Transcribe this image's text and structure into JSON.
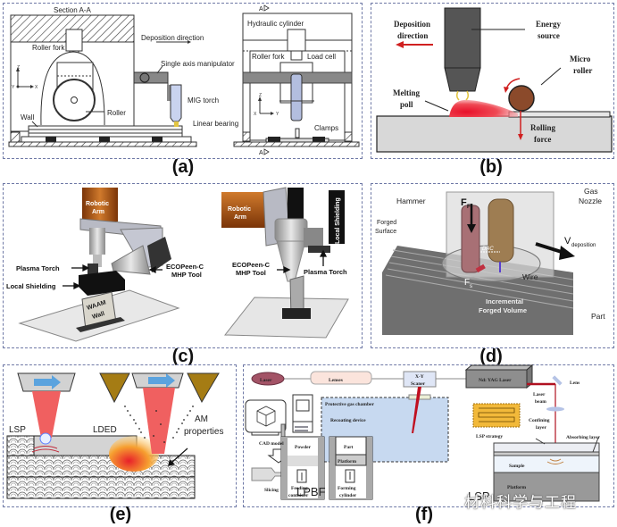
{
  "figure": {
    "panel_labels": [
      "(a)",
      "(b)",
      "(c)",
      "(d)",
      "(e)",
      "(f)"
    ],
    "watermark": "材料科学与工程"
  },
  "panel_a": {
    "section_title": "Section A-A",
    "labels": {
      "deposition_direction": "Deposition direction",
      "roller_fork": "Roller fork",
      "single_axis_manipulator": "Single axis manipulator",
      "mig_torch": "MIG torch",
      "roller": "Roller",
      "wall": "Wall",
      "linear_bearing": "Linear bearing",
      "hydraulic_cylinder": "Hydraulic cylinder",
      "roller_fork_side": "Roller fork",
      "load_cell": "Load cell",
      "clamps": "Clamps",
      "section_mark_top": "A",
      "section_mark_bottom": "A"
    },
    "axes_left": {
      "z": "Z",
      "y": "Y",
      "x": "X"
    },
    "axes_right": {
      "z": "Z",
      "x": "X",
      "y": "Y"
    }
  },
  "panel_b": {
    "labels": {
      "deposition_direction_1": "Deposition",
      "deposition_direction_2": "direction",
      "energy_source_1": "Energy",
      "energy_source_2": "source",
      "micro_roller_1": "Micro",
      "micro_roller_2": "roller",
      "melting_poll_1": "Melting",
      "melting_poll_2": "poll",
      "rolling_force_1": "Rolling",
      "rolling_force_2": "force"
    }
  },
  "panel_c": {
    "left": {
      "robotic_arm_1": "Robotic",
      "robotic_arm_2": "Arm",
      "plasma_torch": "Plasma Torch",
      "local_shielding": "Local Shielding",
      "ecopeen_1": "ECOPeen-C",
      "ecopeen_2": "MHP Tool",
      "waam_1": "WAAM",
      "waam_2": "Wall"
    },
    "right": {
      "robotic_arm_1": "Robotic",
      "robotic_arm_2": "Arm",
      "local_shielding": "Local Shielding",
      "ecopeen_1": "ECOPeen-C",
      "ecopeen_2": "MHP Tool",
      "plasma_torch": "Plasma Torch"
    }
  },
  "panel_d": {
    "labels": {
      "hammer": "Hammer",
      "gas_nozzle_1": "Gas",
      "gas_nozzle_2": "Nozzle",
      "forged_surface_1": "Forged",
      "forged_surface_2": "Surface",
      "ff": "F",
      "ff_sub": "F",
      "v": "V",
      "v_sub": "deposition",
      "dac": "DAC",
      "wire": "Wire",
      "fs": "F",
      "fs_sub": "s",
      "incremental_1": "Incremental",
      "incremental_2": "Forged Volume",
      "part": "Part"
    }
  },
  "panel_e": {
    "labels": {
      "lsp": "LSP",
      "lded": "LDED",
      "am_1": "AM",
      "am_2": "properties"
    }
  },
  "panel_f": {
    "lpbf": {
      "laser": "Laser",
      "lenses": "Lenses",
      "scanner_1": "X-Y",
      "scanner_2": "Scaner",
      "protective_gas_chamber": "Protective gas chamber",
      "recoating_device": "Recoating device",
      "cad_model": "CAD model",
      "slicing": "Slicing",
      "powder": "Powder",
      "part": "Part",
      "platform": "Platform",
      "feeding_1": "Feeding",
      "feeding_2": "container",
      "forming_1": "Forming",
      "forming_2": "cylinder",
      "process_name": "LPBF"
    },
    "lsp": {
      "laser": "Nd: YAG Laser",
      "lens": "Lens",
      "laser_beam_1": "Laser",
      "laser_beam_2": "beam",
      "lsp_strategy": "LSP strategy",
      "confining_1": "Confining",
      "confining_2": "layer",
      "absorbing_layer": "Absorbing layer",
      "sample": "Sample",
      "platform": "Platform",
      "process_name": "LSP"
    }
  },
  "colors": {
    "panel_border": "#6f79a6",
    "laser_red": "#e8302f",
    "roller_brown": "#8b4a2b",
    "robot_orange": "#b5561b",
    "chamber_blue": "#c7d9f0"
  }
}
